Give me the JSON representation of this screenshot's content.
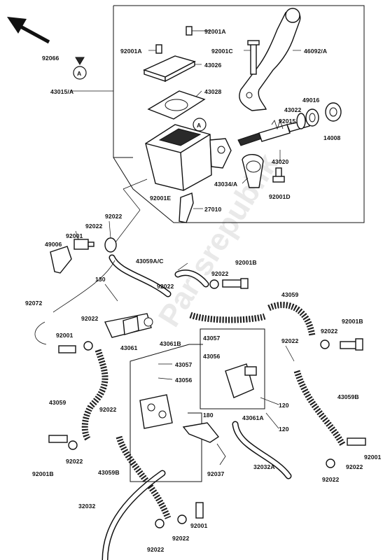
{
  "diagram": {
    "watermark": "Partsrepublik",
    "circle_marker": "A",
    "part_numbers": [
      "92001A",
      "92001A",
      "92001C",
      "46092/A",
      "92066",
      "43026",
      "43015/A",
      "43028",
      "49016",
      "43022",
      "92015",
      "14008",
      "43020",
      "43034/A",
      "92001D",
      "92001E",
      "27010",
      "92022",
      "92022",
      "92001",
      "49006",
      "43059A/C",
      "92001B",
      "92022",
      "92022",
      "130",
      "43059",
      "92072",
      "92022",
      "92001",
      "43061",
      "43061B",
      "43057",
      "43056",
      "43057",
      "43056",
      "92022",
      "92001B",
      "92022",
      "43061A",
      "120",
      "120",
      "43059",
      "43059B",
      "92022",
      "180",
      "92037",
      "43059B",
      "92022",
      "92001B",
      "32032A",
      "92022",
      "92001",
      "92022",
      "32032",
      "92001",
      "92022",
      "92022"
    ]
  }
}
